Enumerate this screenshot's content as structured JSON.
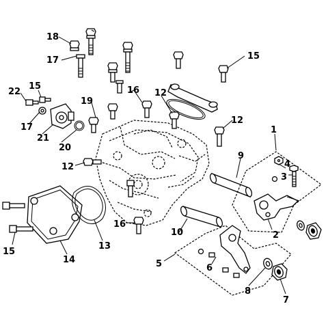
{
  "callouts": [
    {
      "id": "c1",
      "text": "1"
    },
    {
      "id": "c2",
      "text": "2"
    },
    {
      "id": "c3",
      "text": "3"
    },
    {
      "id": "c4",
      "text": "4"
    },
    {
      "id": "c5",
      "text": "5"
    },
    {
      "id": "c6",
      "text": "6"
    },
    {
      "id": "c7",
      "text": "7"
    },
    {
      "id": "c8",
      "text": "8"
    },
    {
      "id": "c9",
      "text": "9"
    },
    {
      "id": "c10",
      "text": "10"
    },
    {
      "id": "c12a",
      "text": "12"
    },
    {
      "id": "c12b",
      "text": "12"
    },
    {
      "id": "c12c",
      "text": "12"
    },
    {
      "id": "c13",
      "text": "13"
    },
    {
      "id": "c14",
      "text": "14"
    },
    {
      "id": "c15a",
      "text": "15"
    },
    {
      "id": "c15b",
      "text": "15"
    },
    {
      "id": "c15c",
      "text": "15"
    },
    {
      "id": "c16a",
      "text": "16"
    },
    {
      "id": "c16b",
      "text": "16"
    },
    {
      "id": "c17a",
      "text": "17"
    },
    {
      "id": "c17b",
      "text": "17"
    },
    {
      "id": "c18",
      "text": "18"
    },
    {
      "id": "c19",
      "text": "19"
    },
    {
      "id": "c20",
      "text": "20"
    },
    {
      "id": "c21",
      "text": "21"
    },
    {
      "id": "c22",
      "text": "22"
    }
  ]
}
